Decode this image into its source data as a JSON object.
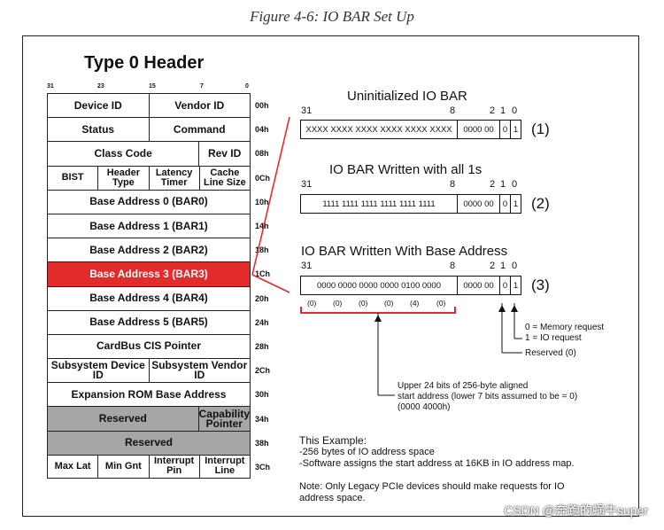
{
  "figure_title": "Figure 4-6: IO BAR Set Up",
  "header": {
    "title": "Type 0 Header",
    "bit_labels": [
      "31",
      "23",
      "15",
      "7",
      "0"
    ],
    "rows": [
      {
        "cells": [
          "Device ID",
          "Vendor ID"
        ],
        "offset": "00h",
        "style": "white"
      },
      {
        "cells": [
          "Status",
          "Command"
        ],
        "offset": "04h",
        "style": "white"
      },
      {
        "cells": [
          "Class Code",
          "Rev ID"
        ],
        "offset": "08h",
        "style": "white"
      },
      {
        "cells": [
          "BIST",
          "Header Type",
          "Latency Timer",
          "Cache Line Size"
        ],
        "offset": "0Ch",
        "style": "white"
      },
      {
        "cells": [
          "Base Address 0 (BAR0)"
        ],
        "offset": "10h",
        "style": "white"
      },
      {
        "cells": [
          "Base Address 1 (BAR1)"
        ],
        "offset": "14h",
        "style": "white"
      },
      {
        "cells": [
          "Base Address 2 (BAR2)"
        ],
        "offset": "18h",
        "style": "white"
      },
      {
        "cells": [
          "Base Address 3 (BAR3)"
        ],
        "offset": "1Ch",
        "style": "red"
      },
      {
        "cells": [
          "Base Address 4 (BAR4)"
        ],
        "offset": "20h",
        "style": "white"
      },
      {
        "cells": [
          "Base Address 5 (BAR5)"
        ],
        "offset": "24h",
        "style": "white"
      },
      {
        "cells": [
          "CardBus CIS Pointer"
        ],
        "offset": "28h",
        "style": "white"
      },
      {
        "cells": [
          "Subsystem Device ID",
          "Subsystem Vendor ID"
        ],
        "offset": "2Ch",
        "style": "white"
      },
      {
        "cells": [
          "Expansion ROM Base Address"
        ],
        "offset": "30h",
        "style": "white"
      },
      {
        "cells": [
          "Reserved",
          "Capability Pointer"
        ],
        "offset": "34h",
        "style": "gray"
      },
      {
        "cells": [
          "Reserved"
        ],
        "offset": "38h",
        "style": "gray"
      },
      {
        "cells": [
          "Max Lat",
          "Min Gnt",
          "Interrupt Pin",
          "Interrupt Line"
        ],
        "offset": "3Ch",
        "style": "white"
      }
    ]
  },
  "bars": [
    {
      "title": "Uninitialized IO BAR",
      "bits": [
        "31",
        "8",
        "2",
        "1",
        "0"
      ],
      "upper": "XXXX XXXX XXXX XXXX XXXX XXXX",
      "mid": "0000 00",
      "b1": "0",
      "b0": "1",
      "label": "(1)"
    },
    {
      "title": "IO BAR Written with all 1s",
      "bits": [
        "31",
        "8",
        "2",
        "1",
        "0"
      ],
      "upper": "1111 1111 1111 1111 1111 1111",
      "mid": "0000 00",
      "b1": "0",
      "b0": "1",
      "label": "(2)"
    },
    {
      "title": "IO BAR Written With Base Address",
      "bits": [
        "31",
        "8",
        "2",
        "1",
        "0"
      ],
      "upper": "0000 0000 0000 0000 0100 0000",
      "mid": "0000 00",
      "b1": "0",
      "b0": "1",
      "label": "(3)"
    }
  ],
  "nibbles": [
    "(0)",
    "(0)",
    "(0)",
    "(0)",
    "(4)",
    "(0)"
  ],
  "annotations": {
    "bit0_line1": "0 = Memory request",
    "bit0_line2": "1 = IO request",
    "reserved": "Reserved (0)",
    "upper_line1": "Upper 24 bits of 256-byte aligned",
    "upper_line2": "start address (lower 7 bits assumed to be = 0)",
    "upper_line3": "(0000 4000h)"
  },
  "example": {
    "heading": "This Example:",
    "line1": "-256 bytes of IO address space",
    "line2": "-Software assigns the start address at 16KB in IO address map."
  },
  "note": {
    "line1": "Note: Only Legacy PCIe devices should make requests for IO",
    "line2": "address space."
  },
  "watermark": "CSDN @奔跑的蜗牛super",
  "colors": {
    "highlight": "#e32b2b",
    "reserved_gray": "#a6a6a6",
    "connector": "#e32b2b"
  }
}
